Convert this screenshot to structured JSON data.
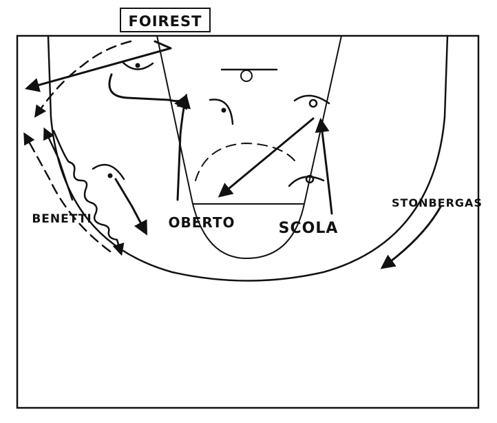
{
  "players": {
    "top": "FOIREST",
    "left_wing": "BENETTI",
    "center": "OBERTO",
    "post": "SCOLA",
    "right_wing": "STONBERGAS"
  }
}
